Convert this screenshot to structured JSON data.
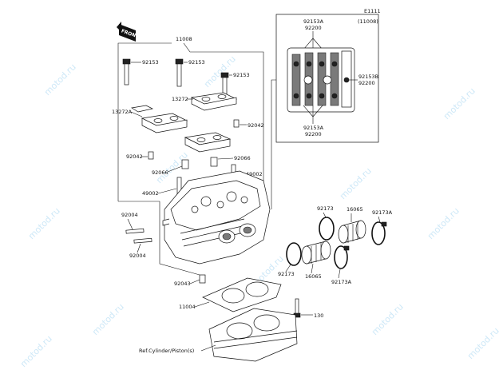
{
  "diagram": {
    "code": "E1111",
    "front_label": "FRONT",
    "inset_ref": "(11008)",
    "labels": {
      "p11008": "11008",
      "p92153_a": "92153",
      "p92153_b": "92153",
      "p92153_c": "92153",
      "p13272": "13272",
      "p13272A": "13272A",
      "p92042_a": "92042",
      "p92042_b": "92042",
      "p92066_a": "92066",
      "p92066_b": "92066",
      "p49002_a": "49002",
      "p49002_b": "49002",
      "p92004_a": "92004",
      "p92004_b": "92004",
      "p92043": "92043",
      "p11004": "11004",
      "p130": "130",
      "p92173_a": "92173",
      "p92173_b": "92173",
      "p92173A_a": "92173A",
      "p92173A_b": "92173A",
      "p16065_a": "16065",
      "p16065_b": "16065",
      "ins_92153A_top": "92153A",
      "ins_92200_top": "92200",
      "ins_92153B": "92153B",
      "ins_92200_right": "92200",
      "ins_92153A_bot": "92153A",
      "ins_92200_bot": "92200",
      "ref_cylinder": "Ref.Cylinder/Piston(s)"
    },
    "watermark": "motod.ru"
  }
}
